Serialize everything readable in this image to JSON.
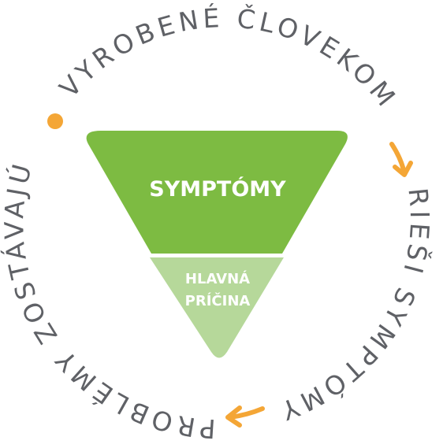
{
  "colors": {
    "background": "#ffffff",
    "ring_text": "#5f6166",
    "arrow": "#f4a636",
    "dot": "#f4a636",
    "triangle_top": "#7dbb42",
    "triangle_bottom": "#b6d89a",
    "triangle_text": "#ffffff"
  },
  "ring": {
    "top_text": "VYROBENÉ ČLOVEKOM",
    "right_text": "RIEŠI SYMPTÓMY",
    "left_text": "PROBLÉMY ZOSTÁVAJÚ"
  },
  "triangle": {
    "top_label": "SYMPTÓMY",
    "bottom_label_line1": "HLAVNÁ",
    "bottom_label_line2": "PRÍČINA"
  },
  "icons": {
    "dot": "orange-dot",
    "arrow_right": "curved-arrow-down-right",
    "arrow_bottom": "curved-arrow-left"
  }
}
